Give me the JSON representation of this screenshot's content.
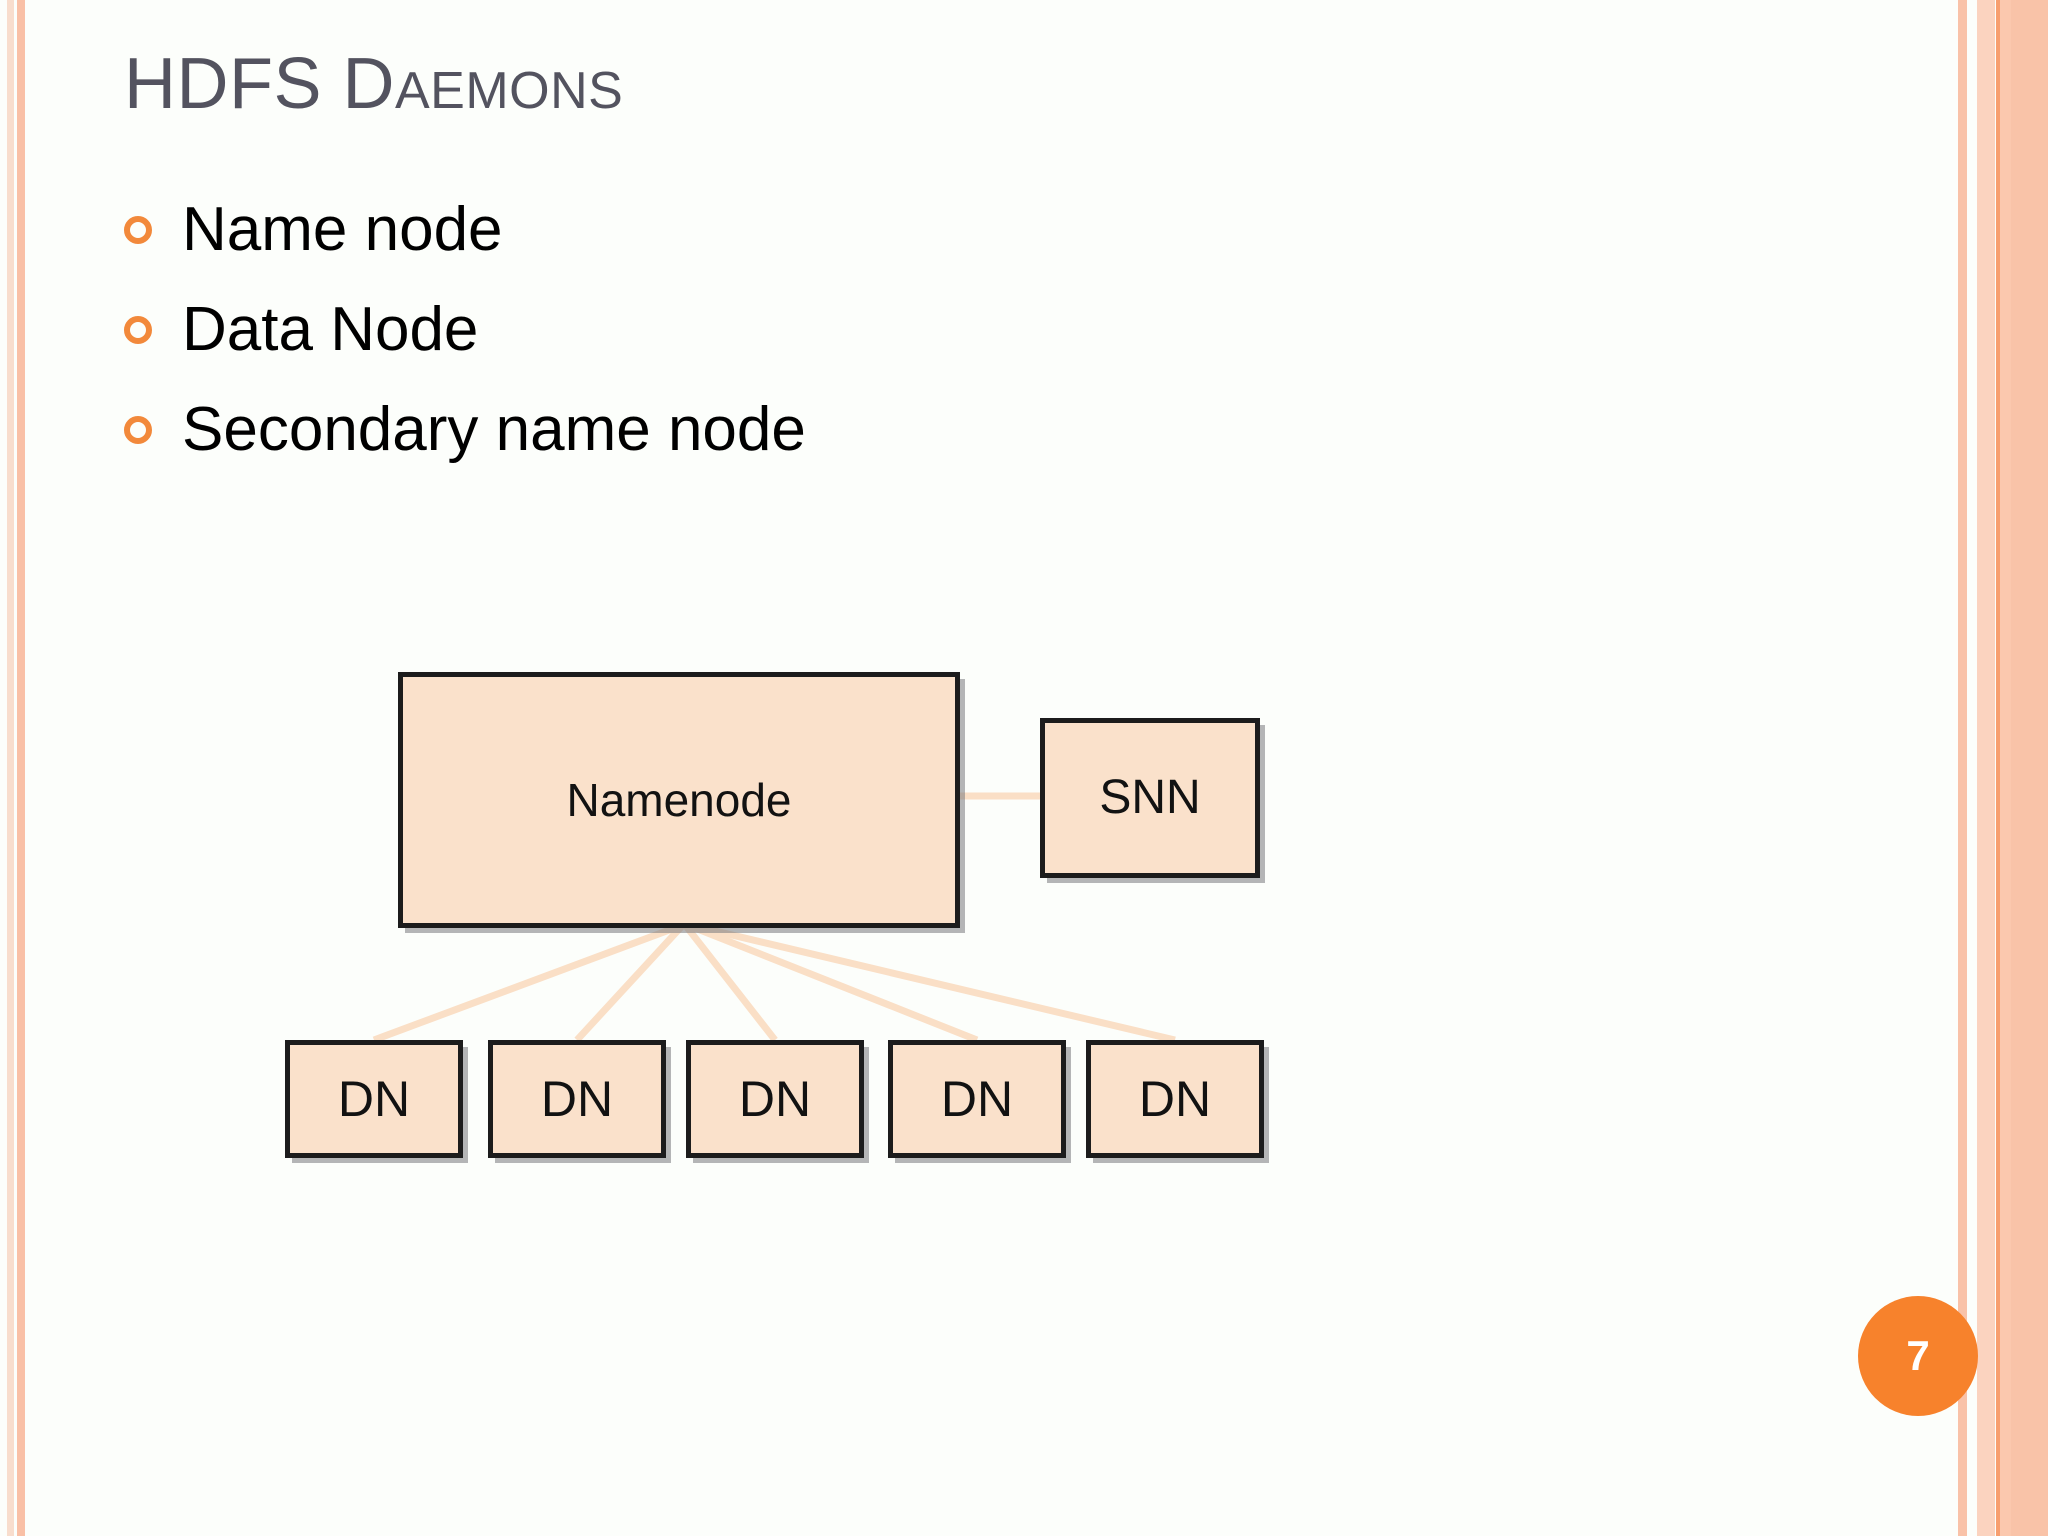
{
  "slide": {
    "title": {
      "full": "HDFS Daemons",
      "lead": "HDFS D",
      "smallcaps": "AEMONS"
    },
    "background_color": "#fcfefb",
    "title_color": "#53535f",
    "accent_color": "#f7822c",
    "page_number": "7"
  },
  "bullets": [
    {
      "marker": "hollow-circle-bullet",
      "label": "Name node"
    },
    {
      "marker": "hollow-circle-bullet",
      "label": "Data Node"
    },
    {
      "marker": "hollow-circle-bullet",
      "label": "Secondary name node"
    }
  ],
  "diagram": {
    "type": "block-diagram",
    "node_fill": "#fae1cb",
    "node_border": "#1c1c1c",
    "connector_color": "#fadfc6",
    "nodes": [
      {
        "id": "namenode",
        "label": "Namenode",
        "role": "master"
      },
      {
        "id": "snn",
        "label": "SNN",
        "role": "secondary-namenode"
      },
      {
        "id": "dn0",
        "label": "DN",
        "role": "datanode"
      },
      {
        "id": "dn1",
        "label": "DN",
        "role": "datanode"
      },
      {
        "id": "dn2",
        "label": "DN",
        "role": "datanode"
      },
      {
        "id": "dn3",
        "label": "DN",
        "role": "datanode"
      },
      {
        "id": "dn4",
        "label": "DN",
        "role": "datanode"
      }
    ],
    "datanode_labels": [
      "DN",
      "DN",
      "DN",
      "DN",
      "DN"
    ],
    "edges": [
      {
        "from": "namenode",
        "to": "snn"
      },
      {
        "from": "namenode",
        "to": "dn0"
      },
      {
        "from": "namenode",
        "to": "dn1"
      },
      {
        "from": "namenode",
        "to": "dn2"
      },
      {
        "from": "namenode",
        "to": "dn3"
      },
      {
        "from": "namenode",
        "to": "dn4"
      }
    ]
  }
}
